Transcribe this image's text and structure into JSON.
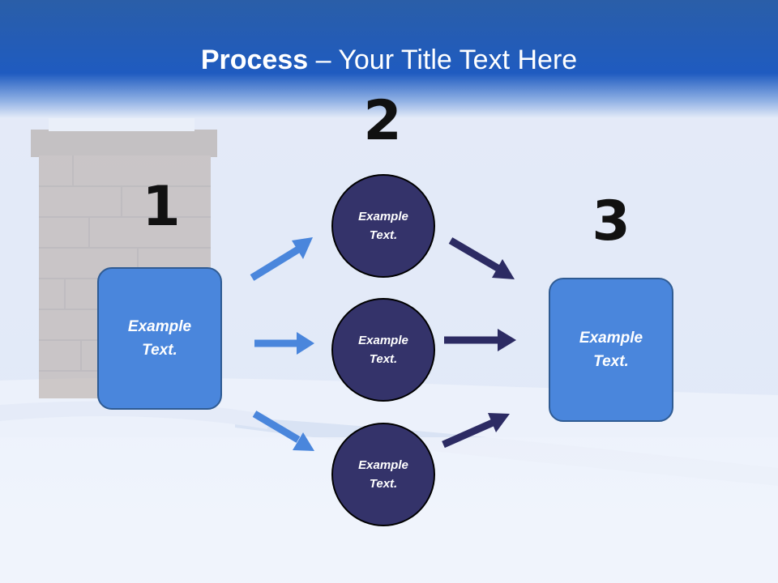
{
  "slide": {
    "title_bold": "Process",
    "title_rest": " – Your Title Text Here"
  },
  "steps": {
    "step1": {
      "number": "1",
      "label": "Example\nText."
    },
    "step2": {
      "number": "2"
    },
    "step3": {
      "number": "3",
      "label": "Example\nText."
    }
  },
  "circles": {
    "top": "Example\nText.",
    "middle": "Example\nText.",
    "bottom": "Example\nText."
  },
  "colors": {
    "box_fill": "#4a86dc",
    "circle_fill": "#34336a",
    "arrow_light": "#4a86dc",
    "arrow_dark": "#2c2b63",
    "header_blue": "#1f5bb8"
  }
}
